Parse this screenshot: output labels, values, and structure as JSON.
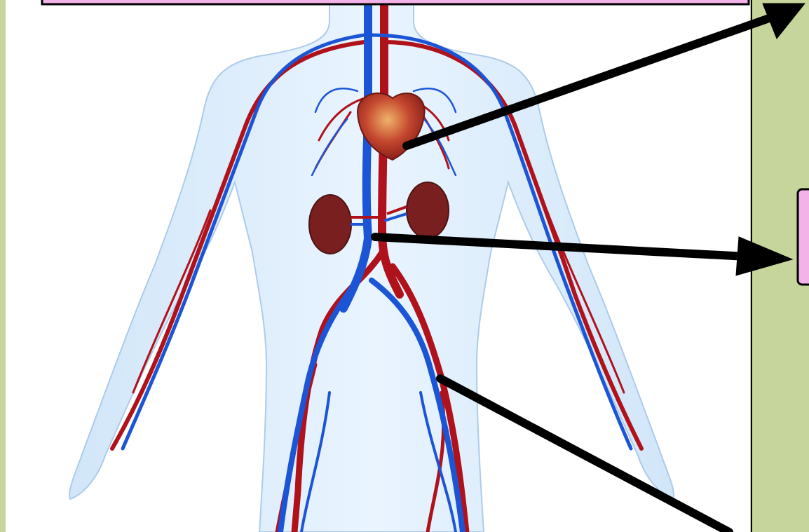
{
  "diagram": {
    "subject": "circulatory-system",
    "colors": {
      "background_right": "#c6d59b",
      "label_box": "#f3b3e8",
      "artery": "#b0121b",
      "vein": "#1b55d6",
      "body": "#d9ecfb",
      "kidney": "#7a1f1f",
      "heart": "#b33a2c",
      "arrow": "#000000"
    },
    "labels": [
      {
        "id": "top-label",
        "text": ""
      },
      {
        "id": "middle-label",
        "text": ""
      }
    ]
  }
}
